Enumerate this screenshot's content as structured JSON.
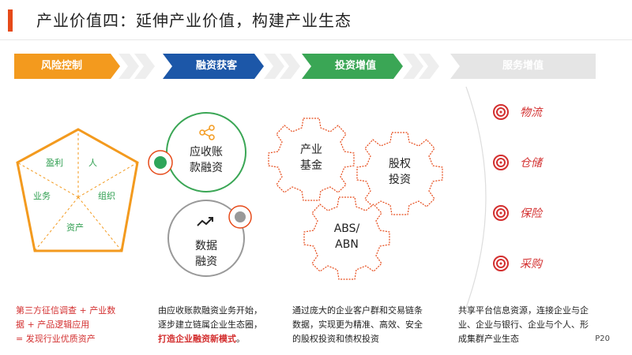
{
  "title": "产业价值四：延伸产业价值，构建产业生态",
  "colors": {
    "orange": "#f39a1e",
    "blue": "#1c57a8",
    "green": "#3aa655",
    "grey": "#e5e5e5",
    "red": "#d32f2f"
  },
  "stages": [
    {
      "label": "风险控制"
    },
    {
      "label": "融资获客"
    },
    {
      "label": "投资增值"
    },
    {
      "label": "服务增值"
    }
  ],
  "pentagon": {
    "labels": [
      "盈利",
      "人",
      "业务",
      "组织",
      "资产"
    ]
  },
  "circles": [
    {
      "icon": "share-icon",
      "text_line1": "应收账",
      "text_line2": "款融资"
    },
    {
      "icon": "trend-up-icon",
      "text_line1": "数据",
      "text_line2": "融资"
    }
  ],
  "gears": [
    {
      "line1": "产业",
      "line2": "基金"
    },
    {
      "line1": "股权",
      "line2": "投资"
    },
    {
      "line1": "ABS/",
      "line2": "ABN"
    }
  ],
  "services": [
    "物流",
    "仓储",
    "保险",
    "采购"
  ],
  "bottom": {
    "col1": [
      "第三方征信调查 + 产业数",
      "据 + 产品逻辑应用",
      "= 发现行业优质资产"
    ],
    "col2": [
      "由应收账款融资业务开始，",
      "逐步建立链属企业生态圈，"
    ],
    "col2_emph": "打造企业融资新模式",
    "col2_tail": "。",
    "col3": [
      "通过庞大的企业客户群和交易链条",
      "数据，实现更为精准、高效、安全",
      "的股权投资和债权投资"
    ],
    "col4": [
      "共享平台信息资源，连接企业与企",
      "业、企业与银行、企业与个人、形",
      "成集群产业生态"
    ]
  },
  "page_number": "P20"
}
